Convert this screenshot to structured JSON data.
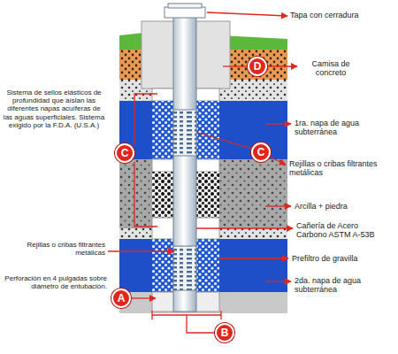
{
  "diagram": {
    "nodes": [
      {
        "text": [
          "D"
        ]
      },
      {
        "text": [
          "C"
        ]
      },
      {
        "text": [
          "C"
        ]
      },
      {
        "text": [
          "A"
        ]
      },
      {
        "text": [
          "B"
        ]
      }
    ],
    "labels": [
      "Tapa con cerradura",
      "Camisa de concreto",
      "Sistema de sellos elásticos de profundidad que aíslan las diferentes napas acuíferas de las aguas superficiales. Sistema exigido por la F.D.A. (U.S.A.)",
      "1ra. napa de agua subterránea",
      "Rejillas o cribas filtrantes metálicas",
      "Arcilla + piedra",
      "Cañería de Acero Carbono ASTM A-53B",
      "Rejillas o cribas filtrantes metálicas",
      "Prefiltro de gravilla",
      "Perforación en 4 pulgadas sobre diámetro de entubación.",
      "2da. napa de agua subterránea"
    ]
  }
}
